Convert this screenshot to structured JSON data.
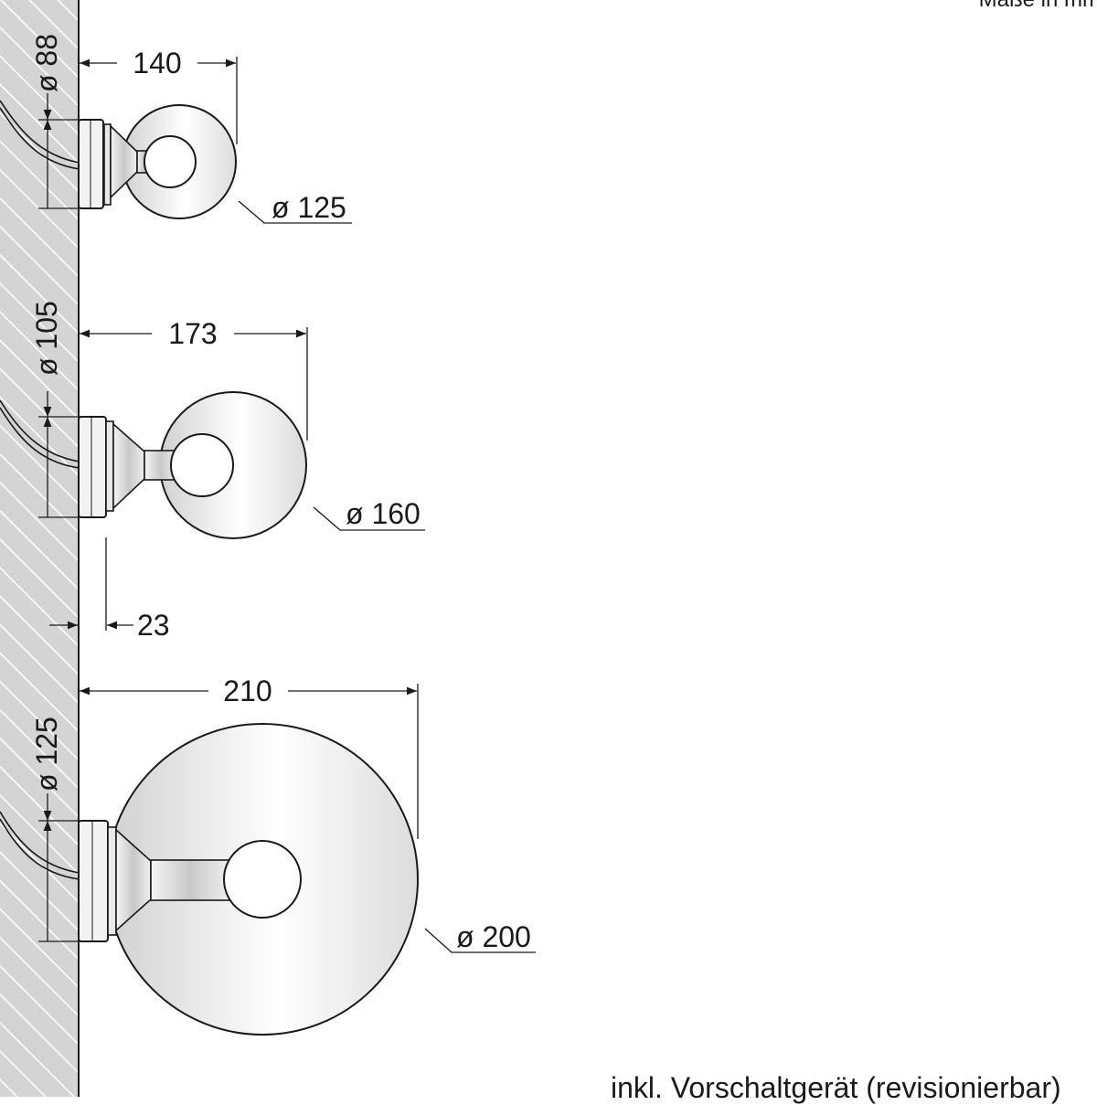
{
  "header": {
    "units_note": "Maße in mm"
  },
  "lamps": [
    {
      "depth_label": "140",
      "base_diameter_label": "ø 88",
      "globe_diameter_label": "ø 125"
    },
    {
      "depth_label": "173",
      "base_diameter_label": "ø 105",
      "globe_diameter_label": "ø 160",
      "offset_label": "23"
    },
    {
      "depth_label": "210",
      "base_diameter_label": "ø 125",
      "globe_diameter_label": "ø 200"
    }
  ],
  "footer": {
    "note": "inkl. Vorschaltgerät (revisionierbar)"
  },
  "colors": {
    "line": "#1a1a1a",
    "wall_fill": "#d4d4d4",
    "globe_light": "#ffffff",
    "globe_dark": "#cfcfcf"
  }
}
